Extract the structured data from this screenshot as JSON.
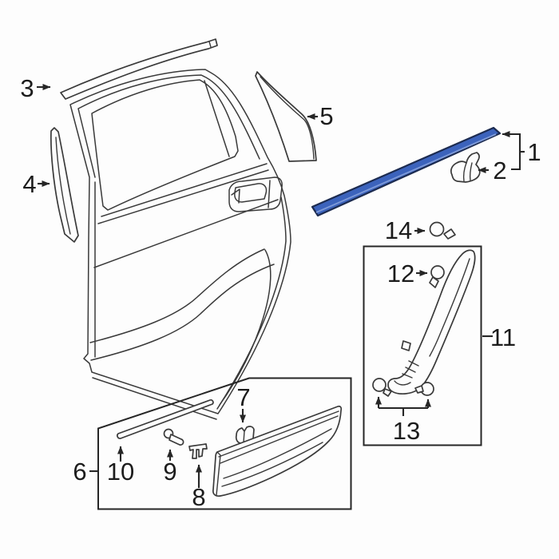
{
  "diagram": {
    "kind": "exploded-parts-diagram",
    "labels": {
      "p1": "1",
      "p2": "2",
      "p3": "3",
      "p4": "4",
      "p5": "5",
      "p6": "6",
      "p7": "7",
      "p8": "8",
      "p9": "9",
      "p10": "10",
      "p11": "11",
      "p12": "12",
      "p13": "13",
      "p14": "14"
    }
  },
  "colors": {
    "background": "#fdfdfd",
    "line": "#3a3a3a",
    "strong_line": "#262626",
    "label": "#1c1c1c",
    "highlight": "#3c63bc",
    "highlight_dark": "#1c2b50",
    "highlight_light": "#7e9ad8"
  }
}
